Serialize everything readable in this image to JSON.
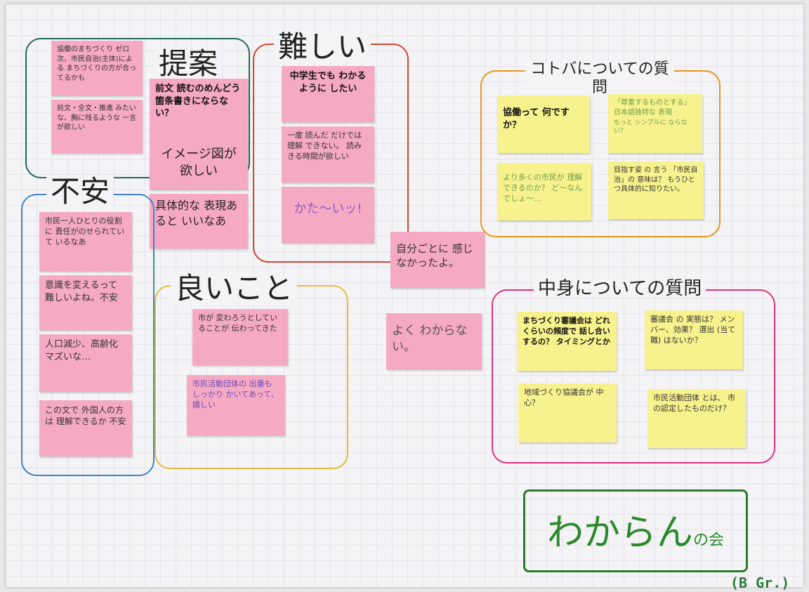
{
  "groups": {
    "teian": {
      "heading": "提案",
      "color": "#1f6a5c"
    },
    "fuan": {
      "heading": "不安",
      "color": "#3b86c8"
    },
    "muzukashii": {
      "heading": "難しい",
      "color": "#d0452f"
    },
    "yoikoto": {
      "heading": "良いこと",
      "color": "#e5bd3a"
    },
    "kotoba": {
      "heading": "コトバについての質問",
      "color": "#e8951f"
    },
    "nakami": {
      "heading": "中身についての質問",
      "color": "#e0307d"
    }
  },
  "notes": {
    "teian_1": "協働のまちづくり ゼロ次、市民自治(主体)による まちづくりの方が合ってるかも",
    "teian_2": "前文 読むのめんどう 箇条書きにならない？",
    "teian_3": "前文・全文・推進 みたいな、胸に残るような 一言が欲しい",
    "teian_4": "イメージ図が 欲しい",
    "teian_5": "具体的な 表現あると いいなあ",
    "fuan_1": "市民一人ひとりの役割に 責任がのせられていて いるなあ",
    "fuan_2": "意識を変えるって 難しいよね。不安",
    "fuan_3": "人口減少、高齢化 マズいな…",
    "fuan_4": "この文で 外国人の方は 理解できるか 不安",
    "muzukashii_1": "中学生でも わかるように したい",
    "muzukashii_2": "一度 読んだ だけでは 理解 できない。 読みきる時間が欲しい",
    "muzukashii_3": "かた〜いッ!",
    "yoi_1": "市が 変わろうとしていることが 伝わってきた",
    "yoi_2": "市民活動団体の 出番もしっかり かいてあって、嬉しい",
    "mid_1": "自分ごとに 感じなかったよ。",
    "mid_2": "よく わからない。",
    "kotoba_1": "協働って 何ですか？",
    "kotoba_2": "「尊重するものとする」 日本語独特な 表現",
    "kotoba_2b": "もっと シンプルに ならない？",
    "kotoba_3": "より多くの市民が 理解できるのか？ ど〜なんでしょ〜…",
    "kotoba_4": "目指す姿 の 言う 「市民自治」の 意味は？ もうひとつ具体的に知りたい。",
    "nakami_1": "まちづくり審議会は どれくらいの頻度で 話し合いするの？ タイミングとか",
    "nakami_2": "審議会 の 実態は？ メンバー、効果？ 選出 (当て職) はないか？",
    "nakami_3": "地域づくり協議会が 中心？",
    "nakami_4": "市民活動団体 とは、 市の認定したものだけ？"
  },
  "title": {
    "main": "わからん",
    "sub": "の会",
    "group": "(B Gr.)"
  }
}
